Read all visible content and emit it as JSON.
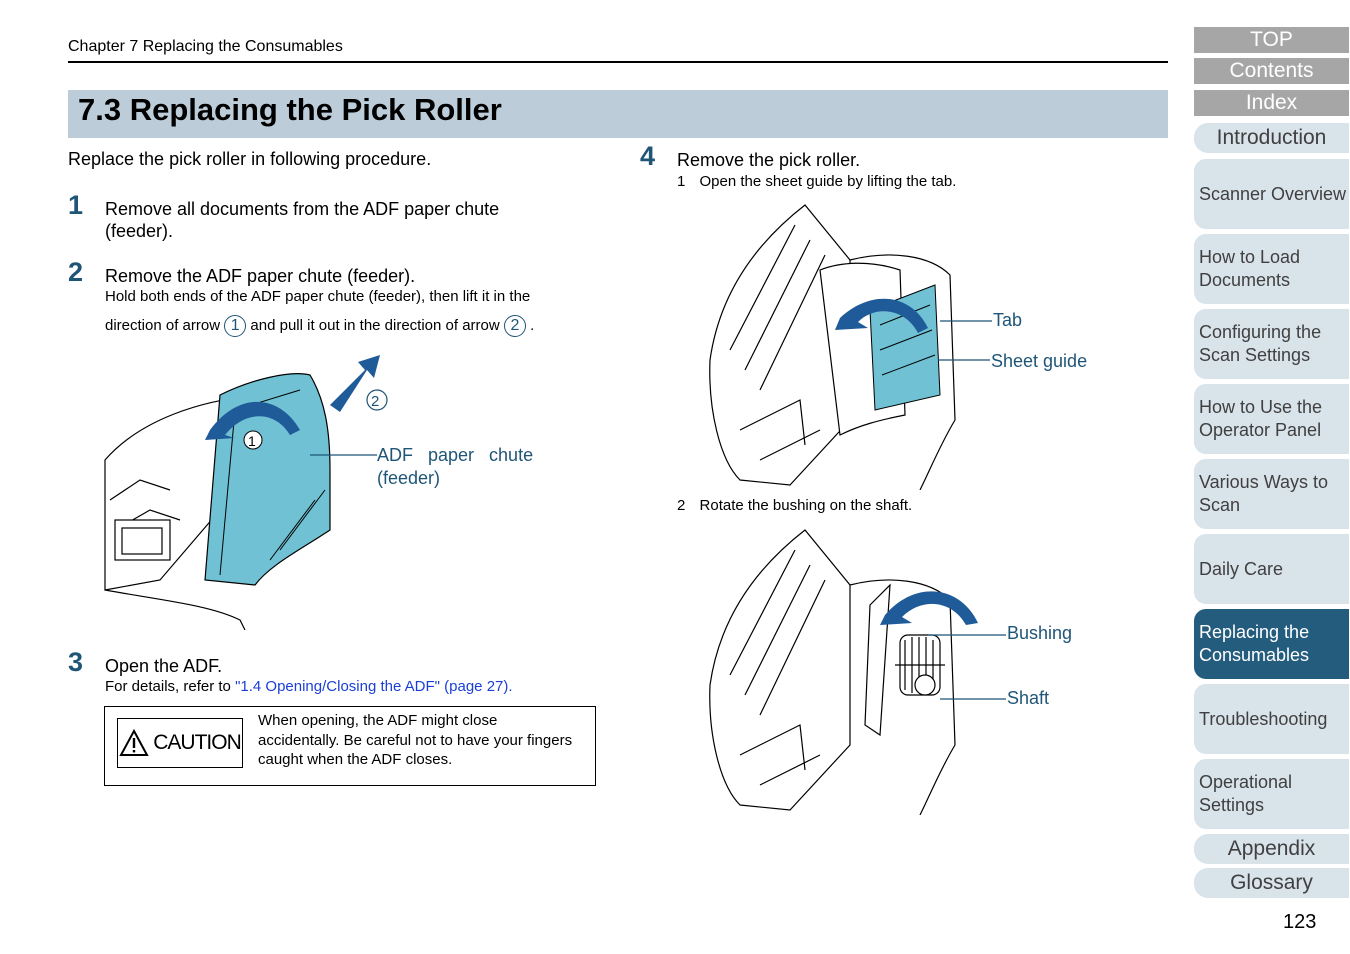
{
  "header": {
    "chapter": "Chapter 7 Replacing the Consumables",
    "title": "7.3 Replacing the Pick Roller"
  },
  "intro": "Replace the pick roller in following procedure.",
  "steps": [
    {
      "num": "1",
      "text_line1": "Remove all documents from the ADF paper chute",
      "text_line2": "(feeder)."
    },
    {
      "num": "2",
      "text": "Remove the ADF paper chute (feeder).",
      "sub_line1": "Hold both ends of the ADF paper chute (feeder), then lift it in the",
      "sub_line2_a": "direction of arrow",
      "sub_line2_b": "and pull it out in the direction of arrow",
      "sub_line2_c": ".",
      "arrow1": "1",
      "arrow2": "2",
      "callout_line1": "ADF   paper   chute",
      "callout_line2": "(feeder)"
    },
    {
      "num": "3",
      "text": "Open the ADF.",
      "sub_prefix": "For details, refer to ",
      "sub_link": "\"1.4 Opening/Closing the ADF\" (page 27).",
      "caution_label": "CAUTION",
      "caution_text": "When opening, the ADF might close accidentally. Be careful not to have your fingers caught when the ADF closes."
    },
    {
      "num": "4",
      "text": "Remove the pick roller.",
      "substep1_num": "1",
      "substep1_text": "Open the sheet guide by lifting the tab.",
      "callout_tab": "Tab",
      "callout_sheet_guide": "Sheet guide",
      "substep2_num": "2",
      "substep2_text": "Rotate the bushing on the shaft.",
      "callout_bushing": "Bushing",
      "callout_shaft": "Shaft"
    }
  ],
  "nav": {
    "top": "TOP",
    "contents": "Contents",
    "index": "Index",
    "introduction": "Introduction",
    "items": [
      {
        "label": "Scanner Overview"
      },
      {
        "label": "How to Load Documents"
      },
      {
        "label": "Configuring the Scan Settings"
      },
      {
        "label": "How to Use the Operator Panel"
      },
      {
        "label": "Various Ways to Scan"
      },
      {
        "label": "Daily Care"
      },
      {
        "label": "Replacing the Consumables"
      },
      {
        "label": "Troubleshooting"
      },
      {
        "label": "Operational Settings"
      }
    ],
    "appendix": "Appendix",
    "glossary": "Glossary"
  },
  "page_number": "123",
  "colors": {
    "title_bar": "#bccdd9",
    "accent": "#1f5577",
    "illustration_fill": "#6fc1d3",
    "arrow": "#1f5a99",
    "nav_active": "#245c7d",
    "nav_inactive": "#d9e3ea",
    "nav_top": "#a6a6a6",
    "link": "#1a3fd6"
  }
}
